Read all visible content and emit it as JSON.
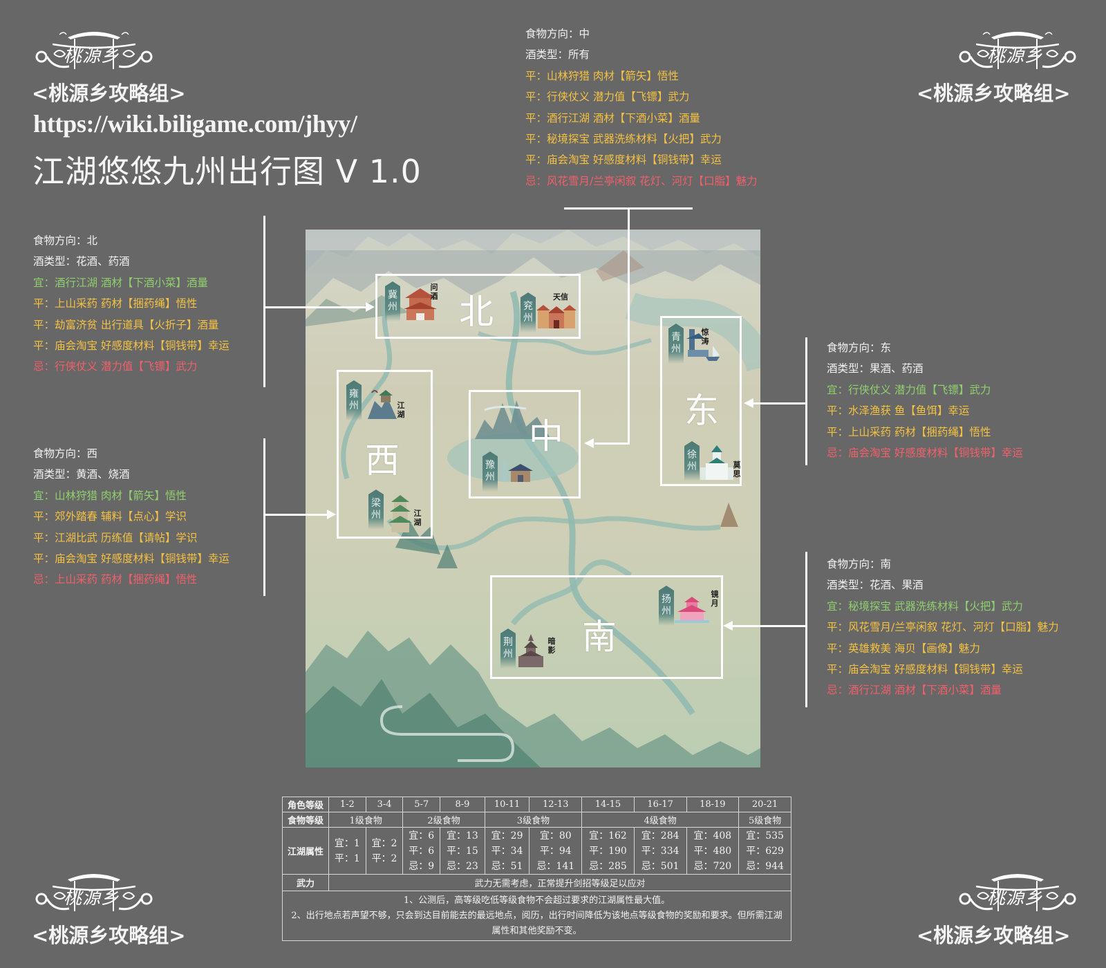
{
  "branding": {
    "logo_script": "桃源乡",
    "group_name": "<桃源乡攻略组>",
    "url": "https://wiki.biligame.com/jhyy/",
    "title": "江湖悠悠九州出行图 V 1.0"
  },
  "colors": {
    "background": "#676767",
    "good": "#8fcf6e",
    "neutral": "#f5c242",
    "bad": "#f2606a",
    "text": "#f2f2f2"
  },
  "panels": {
    "center": {
      "food_direction": "食物方向：中",
      "wine_type": "酒类型：所有",
      "lines": [
        {
          "type": "mid",
          "text": "平：山林狩猎 肉材【箭矢】悟性"
        },
        {
          "type": "mid",
          "text": "平：行侠仗义 潜力值【飞镖】武力"
        },
        {
          "type": "mid",
          "text": "平：酒行江湖 酒材【下酒小菜】酒量"
        },
        {
          "type": "mid",
          "text": "平：秘境探宝 武器洗练材料【火把】武力"
        },
        {
          "type": "mid",
          "text": "平：庙会淘宝 好感度材料【铜钱带】幸运"
        },
        {
          "type": "bad",
          "text": "忌：风花雪月/兰亭闲叙 花灯、河灯【口脂】魅力"
        }
      ]
    },
    "north": {
      "food_direction": "食物方向：北",
      "wine_type": "酒类型：花酒、药酒",
      "lines": [
        {
          "type": "good",
          "text": "宜：酒行江湖 酒材【下酒小菜】酒量"
        },
        {
          "type": "mid",
          "text": "平：上山采药 药材【捆药绳】悟性"
        },
        {
          "type": "mid",
          "text": "平：劫富济贫 出行道具【火折子】酒量"
        },
        {
          "type": "mid",
          "text": "平：庙会淘宝 好感度材料【铜钱带】幸运"
        },
        {
          "type": "bad",
          "text": "忌：行侠仗义 潜力值【飞镖】武力"
        }
      ]
    },
    "west": {
      "food_direction": "食物方向：西",
      "wine_type": "酒类型：黄酒、烧酒",
      "lines": [
        {
          "type": "good",
          "text": "宜：山林狩猎 肉材【箭矢】悟性"
        },
        {
          "type": "mid",
          "text": "平：郊外踏春 辅料【点心】学识"
        },
        {
          "type": "mid",
          "text": "平：江湖比武 历练值【请帖】学识"
        },
        {
          "type": "mid",
          "text": "平：庙会淘宝 好感度材料【铜钱带】幸运"
        },
        {
          "type": "bad",
          "text": "忌：上山采药 药材【捆药绳】悟性"
        }
      ]
    },
    "east": {
      "food_direction": "食物方向：东",
      "wine_type": "酒类型：果酒、药酒",
      "lines": [
        {
          "type": "good",
          "text": "宜：行侠仗义 潜力值【飞镖】武力"
        },
        {
          "type": "mid",
          "text": "平：水泽渔获 鱼【鱼饵】幸运"
        },
        {
          "type": "mid",
          "text": "平：上山采药 药材【捆药绳】悟性"
        },
        {
          "type": "bad",
          "text": "忌：庙会淘宝 好感度材料【铜钱带】幸运"
        }
      ]
    },
    "south": {
      "food_direction": "食物方向：南",
      "wine_type": "酒类型：花酒、果酒",
      "lines": [
        {
          "type": "good",
          "text": "宜：秘境探宝 武器洗练材料【火把】武力"
        },
        {
          "type": "mid",
          "text": "平：风花雪月/兰亭闲叙 花灯、河灯【口脂】魅力"
        },
        {
          "type": "mid",
          "text": "平：英雄救美 海贝【画像】魅力"
        },
        {
          "type": "mid",
          "text": "平：庙会淘宝 好感度材料【铜钱带】幸运"
        },
        {
          "type": "bad",
          "text": "忌：酒行江湖 酒材【下酒小菜】酒量"
        }
      ]
    }
  },
  "map": {
    "regions": {
      "north": {
        "label": "北",
        "cities": [
          {
            "name": "冀州",
            "sect": "问酒"
          },
          {
            "name": "兖州",
            "sect": "天信"
          }
        ]
      },
      "west": {
        "label": "西",
        "cities": [
          {
            "name": "雍州",
            "sect": "江湖"
          },
          {
            "name": "梁州",
            "sect": "江湖"
          }
        ]
      },
      "center": {
        "label": "中",
        "cities": [
          {
            "name": "豫州",
            "sect": ""
          }
        ]
      },
      "east": {
        "label": "东",
        "cities": [
          {
            "name": "青州",
            "sect": "惊涛"
          },
          {
            "name": "徐州",
            "sect": "莫思"
          }
        ]
      },
      "south": {
        "label": "南",
        "cities": [
          {
            "name": "扬州",
            "sect": "镜月"
          },
          {
            "name": "荆州",
            "sect": "暗影"
          }
        ]
      }
    }
  },
  "table": {
    "row_labels": {
      "level": "角色等级",
      "food": "食物等级",
      "attr": "江湖属性",
      "wuli": "武力"
    },
    "levels": [
      "1-2",
      "3-4",
      "5-7",
      "8-9",
      "10-11",
      "12-13",
      "14-15",
      "16-17",
      "18-19",
      "20-21"
    ],
    "food_tiers": [
      {
        "label": "1级食物",
        "span": 2
      },
      {
        "label": "2级食物",
        "span": 2
      },
      {
        "label": "3级食物",
        "span": 2
      },
      {
        "label": "4级食物",
        "span": 3
      },
      {
        "label": "5级食物",
        "span": 1
      }
    ],
    "attributes": [
      {
        "yi": "宜：1",
        "ping": "平：1",
        "ji": ""
      },
      {
        "yi": "宜：2",
        "ping": "平：2",
        "ji": ""
      },
      {
        "yi": "宜：6",
        "ping": "平：6",
        "ji": "忌：9"
      },
      {
        "yi": "宜：13",
        "ping": "平：15",
        "ji": "忌：23"
      },
      {
        "yi": "宜：29",
        "ping": "平：34",
        "ji": "忌：51"
      },
      {
        "yi": "宜：80",
        "ping": "平：94",
        "ji": "忌：141"
      },
      {
        "yi": "宜：162",
        "ping": "平：190",
        "ji": "忌：285"
      },
      {
        "yi": "宜：284",
        "ping": "平：334",
        "ji": "忌：501"
      },
      {
        "yi": "宜：408",
        "ping": "平：480",
        "ji": "忌：720"
      },
      {
        "yi": "宜：535",
        "ping": "平：629",
        "ji": "忌：944"
      }
    ],
    "wuli_note": "武力无需考虑，正常提升剑招等级足以应对",
    "notes": [
      "1、公测后，高等级吃低等级食物不会超过要求的江湖属性最大值。",
      "2、出行地点若声望不够，只会到达目前能去的最远地点，阅历，出行时间降低为该地点等级食物的奖励和要求。但所需江湖属性和其他奖励不变。"
    ]
  }
}
